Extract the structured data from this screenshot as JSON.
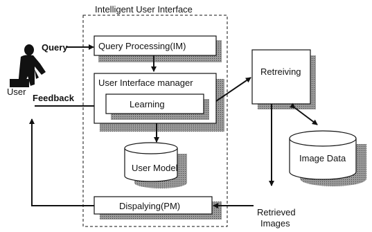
{
  "diagram": {
    "title": "Intelligent User Interface",
    "user_label": "User",
    "query_label": "Query",
    "feedback_label": "Feedback",
    "query_processing_label": "Query Processing(IM)",
    "ui_manager_label": "User Interface manager",
    "learning_label": "Learning",
    "user_model_label": "User Model",
    "displaying_label": "Dispalying(PM)",
    "retrieving_label": "Retreiving",
    "image_data_label": "Image Data",
    "retrieved_label_line1": "Retrieved",
    "retrieved_label_line2": "Images"
  }
}
